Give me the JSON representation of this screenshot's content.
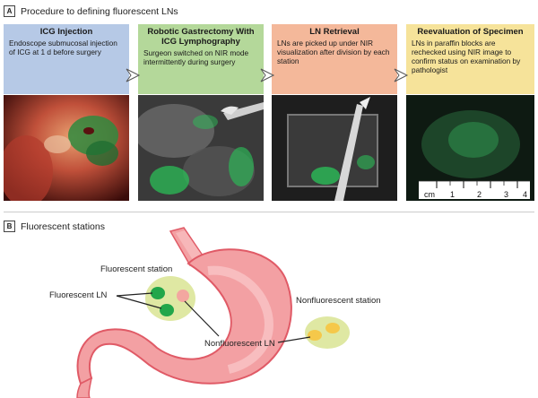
{
  "section_a": {
    "letter": "A",
    "title": "Procedure to defining fluorescent LNs",
    "steps": [
      {
        "title": "ICG Injection",
        "desc": "Endoscope submucosal injection of ICG at 1 d before surgery",
        "color": "#b6c9e6"
      },
      {
        "title": "Robotic Gastrectomy With ICG Lymphography",
        "desc": "Surgeon switched on NIR mode intermittently during surgery",
        "color": "#b4d89a"
      },
      {
        "title": "LN Retrieval",
        "desc": "LNs are picked up under NIR visualization after division by each station",
        "color": "#f4b89a"
      },
      {
        "title": "Reevaluation of Specimen",
        "desc": "LNs in paraffin blocks are rechecked using NIR image to confirm status on examination by pathologist",
        "color": "#f6e39a"
      }
    ],
    "ruler": {
      "unit": "cm",
      "ticks": [
        "1",
        "2",
        "3",
        "4"
      ]
    }
  },
  "section_b": {
    "letter": "B",
    "title": "Fluorescent stations",
    "labels": {
      "fluorescent_station": "Fluorescent station",
      "fluorescent_ln": "Fluorescent LN",
      "nonfluorescent_ln": "Nonfluorescent LN",
      "nonfluorescent_station": "Nonfluorescent station"
    }
  },
  "colors": {
    "fluorescent": "#22a64a",
    "nonfluorescent": "#f5c84a",
    "station": "#dfe8a3",
    "stomach": "#f3a0a3",
    "stomach_edge": "#e05a66"
  }
}
